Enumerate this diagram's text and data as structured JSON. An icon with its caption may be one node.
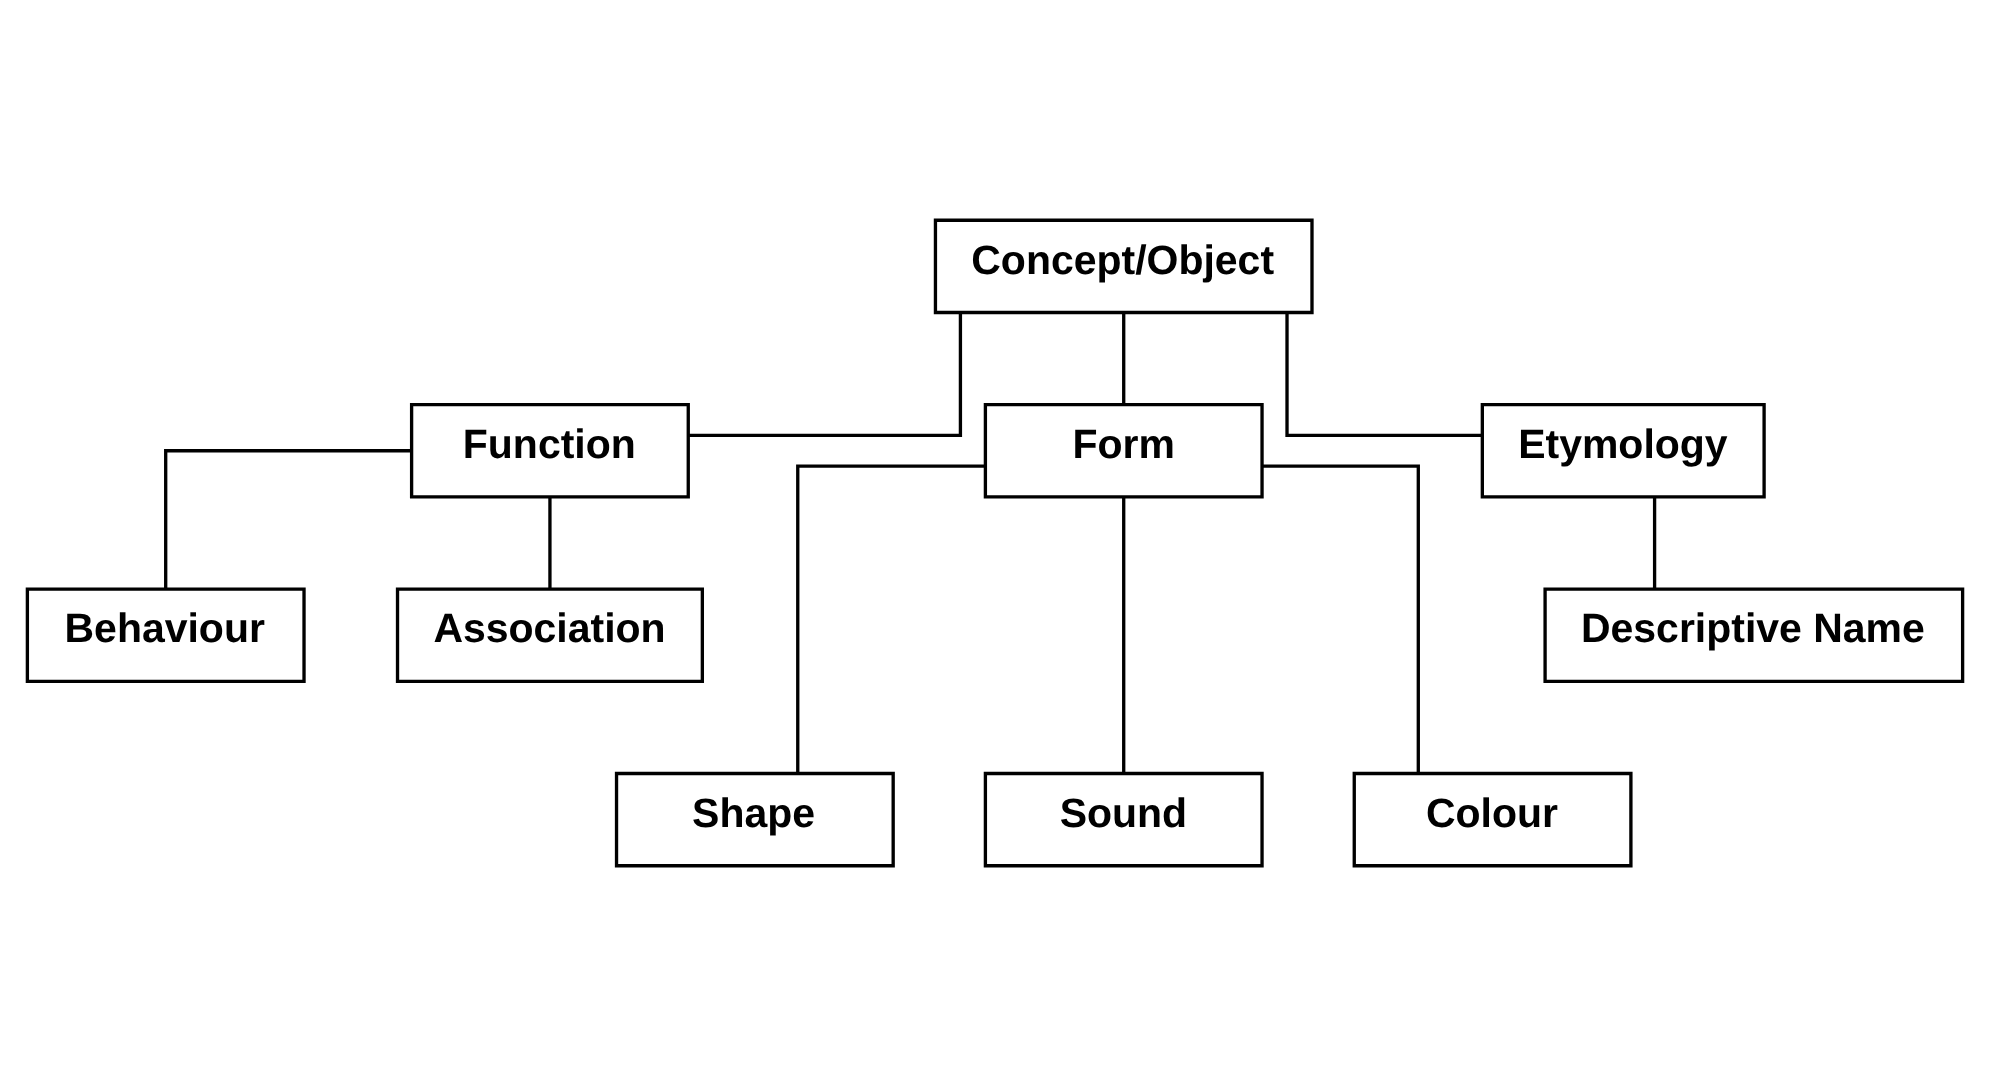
{
  "diagram": {
    "nodes": [
      {
        "text": [
          "Concept/Object"
        ]
      },
      {
        "text": [
          "Function"
        ]
      },
      {
        "text": [
          "Form"
        ]
      },
      {
        "text": [
          "Etymology"
        ]
      },
      {
        "text": [
          "Behaviour"
        ]
      },
      {
        "text": [
          "Association"
        ]
      },
      {
        "text": [
          "Descriptive Name"
        ]
      },
      {
        "text": [
          "Shape"
        ]
      },
      {
        "text": [
          "Sound"
        ]
      },
      {
        "text": [
          "Colour"
        ]
      }
    ],
    "edges": [
      {
        "from": 0,
        "to": 1,
        "arrow": "none"
      },
      {
        "from": 0,
        "to": 2,
        "arrow": "none"
      },
      {
        "from": 0,
        "to": 3,
        "arrow": "none"
      },
      {
        "from": 1,
        "to": 4,
        "arrow": "none"
      },
      {
        "from": 1,
        "to": 5,
        "arrow": "none"
      },
      {
        "from": 3,
        "to": 6,
        "arrow": "none"
      },
      {
        "from": 2,
        "to": 7,
        "arrow": "none"
      },
      {
        "from": 2,
        "to": 8,
        "arrow": "none"
      },
      {
        "from": 2,
        "to": 9,
        "arrow": "none"
      }
    ]
  }
}
